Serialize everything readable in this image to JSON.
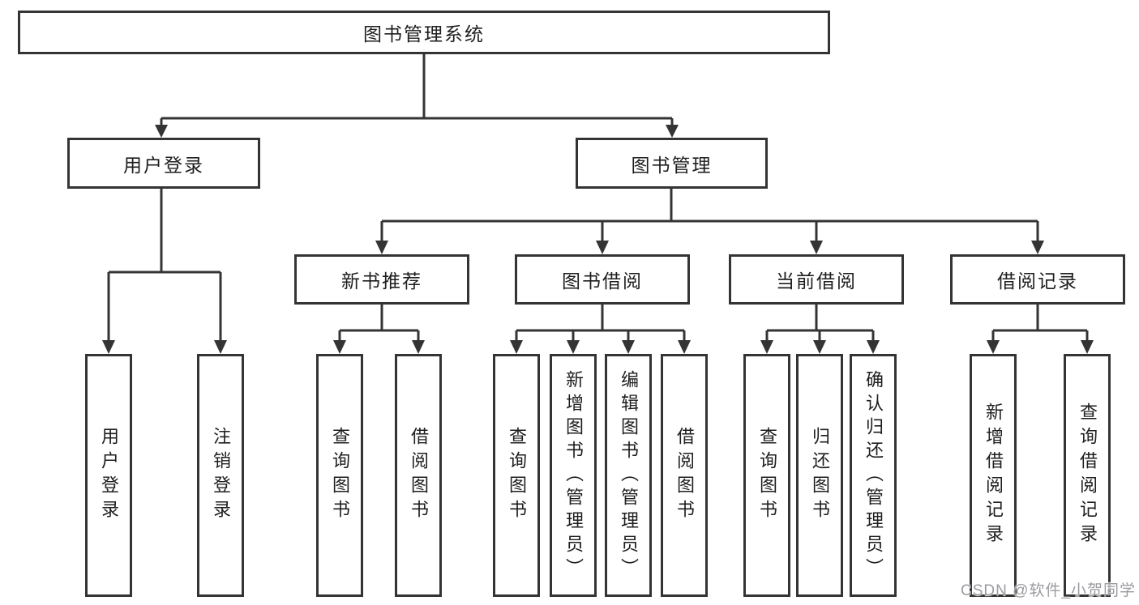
{
  "diagram": {
    "title": "图书管理系统",
    "nodes": {
      "root": "图书管理系统",
      "user_login": "用户登录",
      "book_mgmt": "图书管理",
      "new_book": "新书推荐",
      "book_borrow": "图书借阅",
      "current_borrow": "当前借阅",
      "borrow_record": "借阅记录",
      "leaves": {
        "user_login": [
          "用户登录",
          "注销登录"
        ],
        "new_book": [
          "查询图书",
          "借阅图书"
        ],
        "book_borrow": [
          "查询图书",
          "新增图书（管理员）",
          "编辑图书（管理员）",
          "借阅图书"
        ],
        "current_borrow": [
          "查询图书",
          "归还图书",
          "确认归还（管理员）"
        ],
        "borrow_record": [
          "新增借阅记录",
          "查询借阅记录"
        ]
      }
    },
    "colors": {
      "line": "#343434",
      "text": "#1e1e1e",
      "background": "#ffffff",
      "watermark": "#9b9ba1"
    },
    "watermark": "CSDN @软件_小贺同学"
  }
}
